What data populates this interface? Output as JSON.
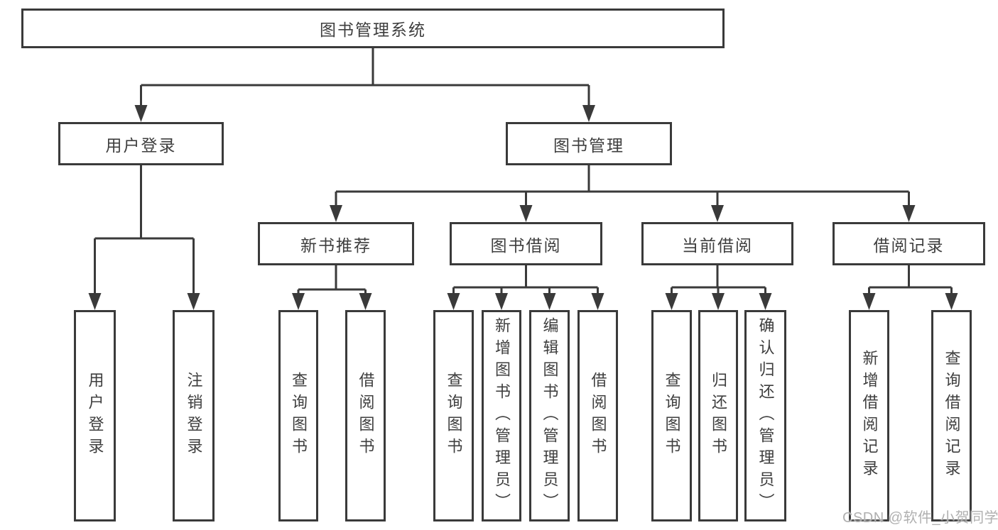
{
  "colors": {
    "line": "#3a3a3a",
    "text": "#3e3e3e",
    "watermark": "#b0b0b0",
    "background": "#ffffff"
  },
  "tree": {
    "label": "图书管理系统",
    "children": [
      {
        "label": "用户登录",
        "children": [
          {
            "label": "用户登录"
          },
          {
            "label": "注销登录"
          }
        ]
      },
      {
        "label": "图书管理",
        "children": [
          {
            "label": "新书推荐",
            "children": [
              {
                "label": "查询图书"
              },
              {
                "label": "借阅图书"
              }
            ]
          },
          {
            "label": "图书借阅",
            "children": [
              {
                "label": "查询图书"
              },
              {
                "label": "新增图书（管理员）"
              },
              {
                "label": "编辑图书（管理员）"
              },
              {
                "label": "借阅图书"
              }
            ]
          },
          {
            "label": "当前借阅",
            "children": [
              {
                "label": "查询图书"
              },
              {
                "label": "归还图书"
              },
              {
                "label": "确认归还（管理员）"
              }
            ]
          },
          {
            "label": "借阅记录",
            "children": [
              {
                "label": "新增借阅记录"
              },
              {
                "label": "查询借阅记录"
              }
            ]
          }
        ]
      }
    ]
  },
  "watermark": {
    "text": "CSDN @软件_小贺同学"
  }
}
